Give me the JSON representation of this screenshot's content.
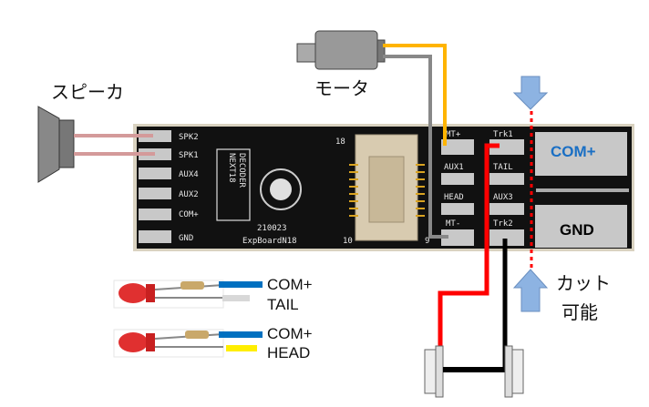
{
  "labels": {
    "speaker": "スピーカ",
    "motor": "モータ",
    "cut_line1": "カット",
    "cut_line2": "可能"
  },
  "board": {
    "left_pins": [
      "SPK2",
      "SPK1",
      "AUX4",
      "AUX2",
      "COM+",
      "GND"
    ],
    "chip_text1": "NEXT18",
    "chip_text2": "DECODER",
    "serial": "210023",
    "name": "ExpBoardN18",
    "pin18": "18",
    "pin10": "10",
    "pin9": "9",
    "right_pins": [
      "MT+",
      "Trk1",
      "AUX1",
      "TAIL",
      "HEAD",
      "AUX3",
      "MT-",
      "Trk2"
    ],
    "big_pad_top": "COM+",
    "big_pad_bottom": "GND"
  },
  "leds": [
    {
      "line1": "COM+",
      "line2": "TAIL"
    },
    {
      "line1": "COM+",
      "line2": "HEAD"
    }
  ],
  "colors": {
    "board": "#111111",
    "com_plus_text": "#1a6fc4",
    "wire_red": "#ff0000",
    "wire_orange": "#ffb400",
    "wire_gray": "#888888",
    "wire_blue": "#0070c0",
    "wire_yellow": "#ffee00",
    "arrow": "#8db3e2"
  }
}
